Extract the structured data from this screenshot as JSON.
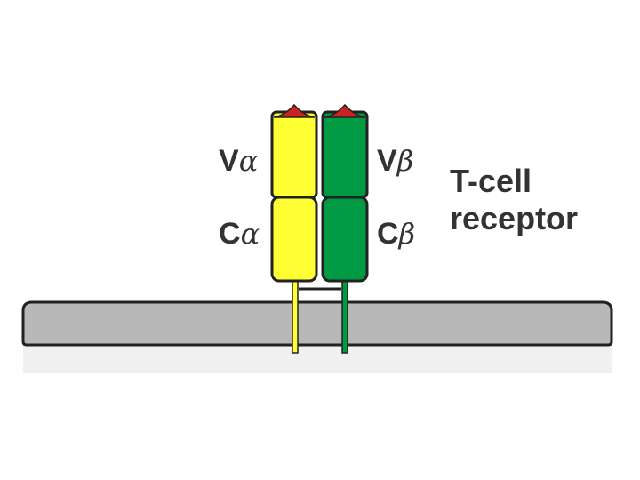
{
  "labels": {
    "v_alpha": {
      "letter": "V",
      "sub": "α"
    },
    "c_alpha": {
      "letter": "C",
      "sub": "α"
    },
    "v_beta": {
      "letter": "V",
      "sub": "β"
    },
    "c_beta": {
      "letter": "C",
      "sub": "β"
    },
    "title_line1": "T-cell",
    "title_line2": "receptor"
  },
  "colors": {
    "alpha_chain": "#ffff33",
    "beta_chain": "#009944",
    "antigen_site": "#cc2222",
    "membrane": "#b8b8b8",
    "cytoplasm": "#f0f0f0",
    "outline": "#222222"
  }
}
